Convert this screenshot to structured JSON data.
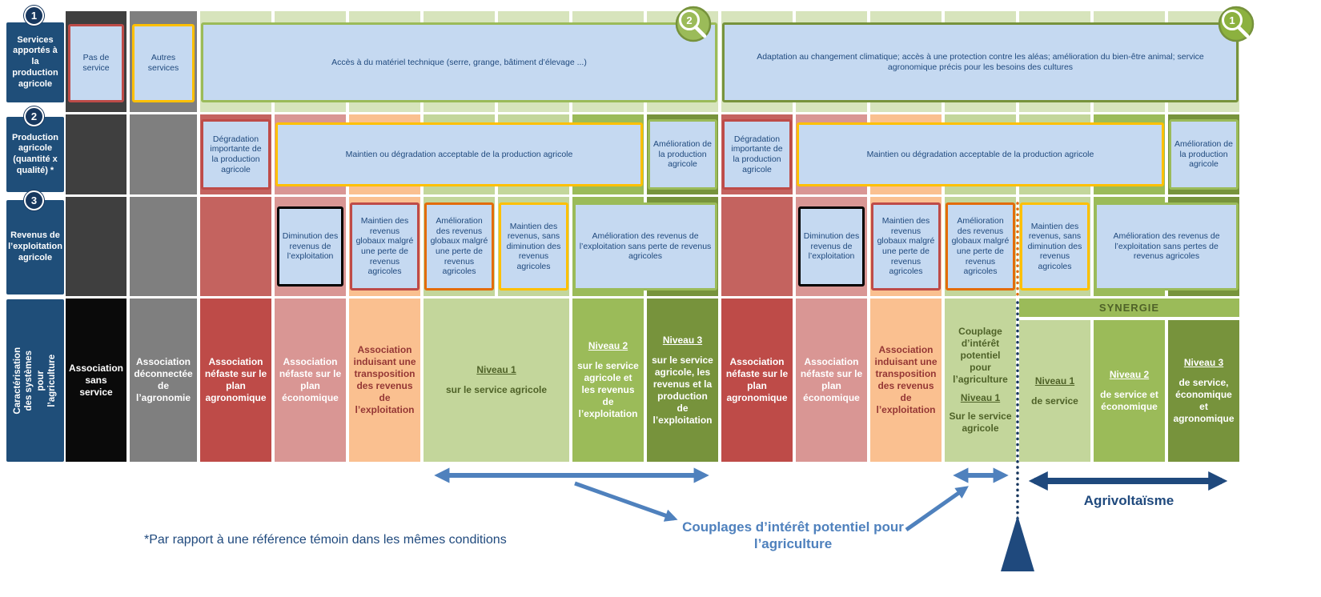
{
  "palette": {
    "dark_blue_label": "#1F4E79",
    "box_fill_blue": "#C5D9F1",
    "box_text_blue": "#1F497D",
    "red": "#BE4B48",
    "light_red": "#D99694",
    "peach": "#FAC090",
    "light_green": "#C3D69B",
    "medium_green": "#9BBB59",
    "olive_green": "#77933C",
    "pale_green": "#D7E4BC",
    "yellow_border": "#FFC000",
    "orange_border": "#E36C0A",
    "black_border": "#000000",
    "arrow_light_blue": "#4F81BD",
    "arrow_dark_blue": "#1F497D",
    "dark_gray": "#3F3F3F",
    "gray": "#7F7F7F",
    "black_cell": "#0A0A0A"
  },
  "left_labels": {
    "badges": [
      "1",
      "2",
      "3"
    ],
    "services": "Services apportés à la production agricole",
    "production": "Production agricole (quantité x qualité) *",
    "revenus": "Revenus de l’exploitation agricole",
    "caracterisation": "Caractérisation des systèmes pour l’agriculture"
  },
  "row1": {
    "pas_de_service": "Pas de service",
    "autres_services": "Autres services",
    "acces_materiel": "Accès à du matériel technique (serre, grange, bâtiment d’élevage ...)",
    "adaptation": "Adaptation au changement climatique; accès à une protection contre les aléas; amélioration du bien-être animal; service agronomique précis pour les besoins des cultures"
  },
  "row2": {
    "degradation": "Dégradation importante de la production agricole",
    "maintien": "Maintien ou dégradation acceptable de la production agricole",
    "amelioration": "Amélioration de la production agricole"
  },
  "row3": {
    "diminution": "Diminution des revenus de l’exploitation",
    "maintien_globaux": "Maintien des revenus globaux malgré une perte de revenus agricoles",
    "amelioration_globaux": "Amélioration des revenus globaux malgré une perte de revenus agricoles",
    "maintien_sans_diminution": "Maintien des revenus, sans diminution des revenus agricoles",
    "amelioration_exploitation": "Amélioration des revenus de l’exploitation sans perte de revenus agricoles",
    "amelioration_exploitation_right": "Amélioration des revenus de l’exploitation sans pertes de revenus agricoles"
  },
  "row4": {
    "sans_service": "Association sans service",
    "deconnectee": "Association déconnectée de l’agronomie",
    "nefaste_agronomique": "Association néfaste sur le plan agronomique",
    "nefaste_economique": "Association néfaste sur le plan économique",
    "transposition": "Association induisant une transposition des revenus de l’exploitation",
    "niveau1_titre": "Niveau 1",
    "niveau1_texte": "sur le service agricole",
    "niveau2_titre": "Niveau 2",
    "niveau2_texte": "sur le service agricole et les revenus de l’exploitation",
    "niveau3_titre": "Niveau 3",
    "niveau3_texte": "sur le service agricole, les revenus et la production de l’exploitation",
    "couplage_titre": "Couplage d’intérêt potentiel pour l’agriculture",
    "couplage_niveau": "Niveau 1",
    "couplage_texte": "Sur le service agricole",
    "synergie": "SYNERGIE",
    "syn_niveau1_titre": "Niveau 1",
    "syn_niveau1_texte": "de service",
    "syn_niveau2_titre": "Niveau 2",
    "syn_niveau2_texte": "de service et économique",
    "syn_niveau3_titre": "Niveau 3",
    "syn_niveau3_texte": "de service, économique et agronomique"
  },
  "annotations": {
    "couplages": "Couplages d’intérêt potentiel pour l’agriculture",
    "agrivoltaisme": "Agrivoltaïsme",
    "footnote": "*Par rapport à une référence témoin dans les mêmes conditions",
    "loupe_left": "2",
    "loupe_right": "1"
  }
}
